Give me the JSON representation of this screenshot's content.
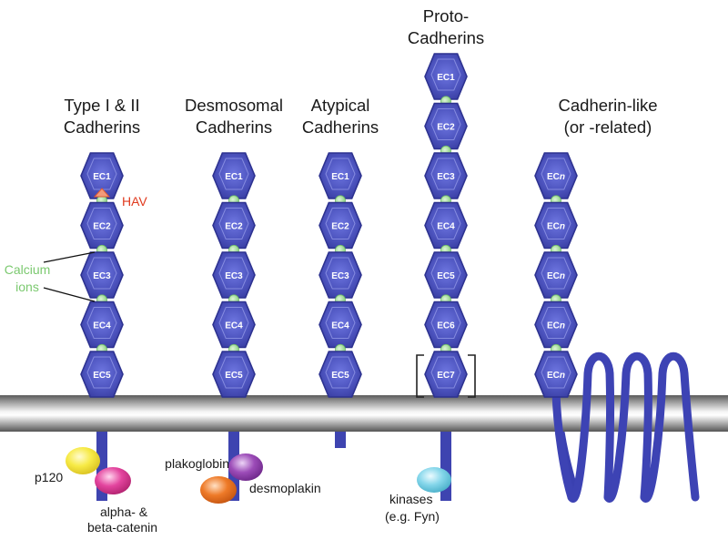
{
  "families": [
    {
      "title": [
        "Type I & II",
        "Cadherins"
      ],
      "domains": [
        "EC1",
        "EC2",
        "EC3",
        "EC4",
        "EC5"
      ]
    },
    {
      "title": [
        "Desmosomal",
        "Cadherins"
      ],
      "domains": [
        "EC1",
        "EC2",
        "EC3",
        "EC4",
        "EC5"
      ]
    },
    {
      "title": [
        "Atypical",
        "Cadherins"
      ],
      "domains": [
        "EC1",
        "EC2",
        "EC3",
        "EC4",
        "EC5"
      ]
    },
    {
      "title": [
        "Proto-",
        "Cadherins"
      ],
      "domains": [
        "EC1",
        "EC2",
        "EC3",
        "EC4",
        "EC5",
        "EC6",
        "EC7"
      ]
    },
    {
      "title": [
        "Cadherin-like",
        "(or -related)"
      ],
      "domains": [
        "ECn",
        "ECn",
        "ECn",
        "ECn",
        "ECn"
      ]
    }
  ],
  "labels": {
    "hav": "HAV",
    "calcium": [
      "Calcium",
      "ions"
    ],
    "p120": "p120",
    "catenin": [
      "alpha- &",
      "beta-catenin"
    ],
    "plakoglobin": "plakoglobin",
    "desmoplakin": "desmoplakin",
    "kinases": [
      "kinases",
      "(e.g. Fyn)"
    ]
  },
  "colors": {
    "domain": "#5259c4",
    "domain_edge": "#2d3290",
    "calcium": "#8fd58a",
    "hav": "#e03a1e",
    "p120": "#f3e64a",
    "catenin": "#e0409a",
    "plakoglobin": "#9a4ab4",
    "desmoplakin": "#ec7a2a",
    "kinase": "#7fd3e6",
    "membrane": "#8a8a8a"
  }
}
